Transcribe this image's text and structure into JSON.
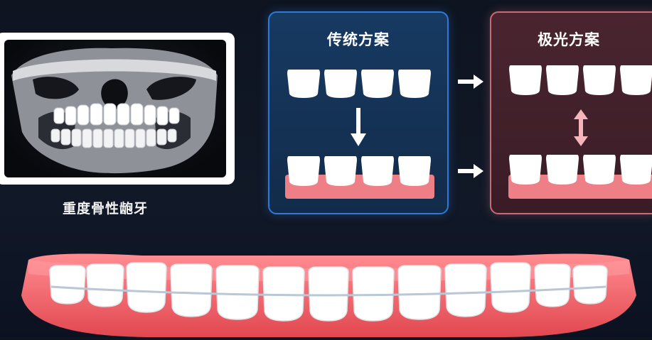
{
  "xray": {
    "caption": "重度骨性龅牙"
  },
  "panels": {
    "traditional": {
      "title": "传统方案",
      "accent": "#2f7ad6"
    },
    "aurora": {
      "title": "极光方案",
      "accent": "#c96b76"
    }
  },
  "colors": {
    "gum": "#ee7f86",
    "tooth": "#ffffff",
    "wire": "#b9c7d6",
    "arrow_down": "#ffffff",
    "arrow_updown": "#f4b4b9"
  },
  "icons": [
    "down-arrow-icon",
    "up-down-arrow-icon",
    "right-arrow-icon"
  ]
}
